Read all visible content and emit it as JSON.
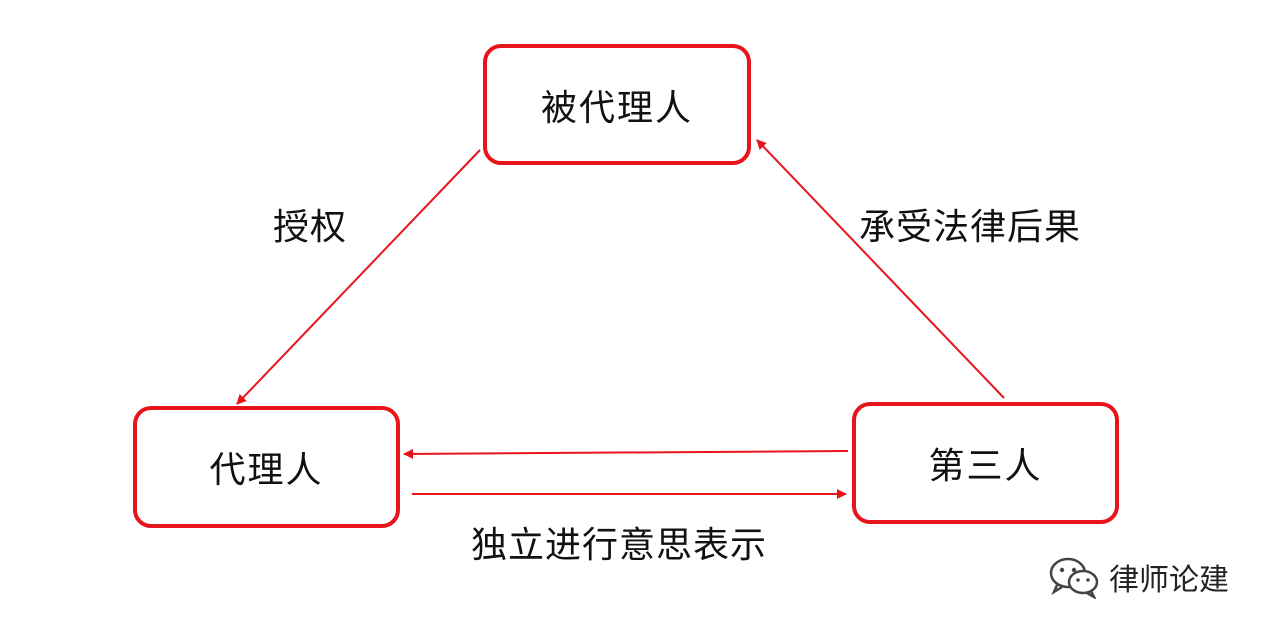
{
  "diagram": {
    "nodes": {
      "principal": "被代理人",
      "agent": "代理人",
      "third_party": "第三人"
    },
    "edges": {
      "authorize": "授权",
      "legal_consequence": "承受法律后果",
      "declaration": "独立进行意思表示"
    },
    "colors": {
      "accent": "#e8141c",
      "text": "#111111"
    }
  },
  "watermark": {
    "icon": "wechat-icon",
    "text": "律师论建"
  }
}
